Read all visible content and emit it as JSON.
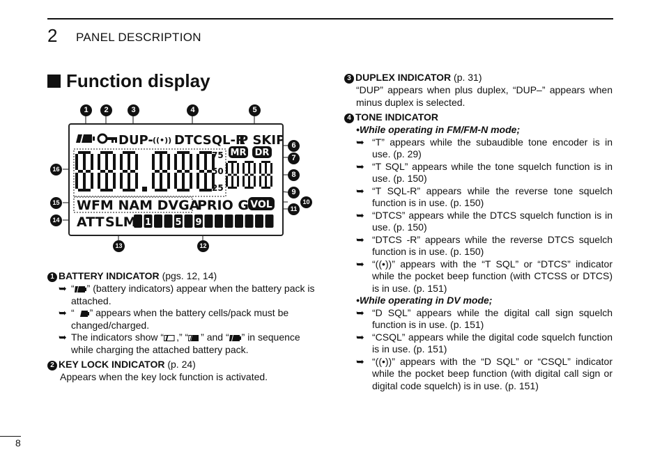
{
  "header": {
    "chapter_num": "2",
    "chapter_title": "PANEL DESCRIPTION"
  },
  "section": {
    "title": "Function display"
  },
  "lcd": {
    "row1": {
      "dup": "DUP-",
      "pocket": "((•))",
      "dtcsql": "DTCSQL-R",
      "pskip": "P SKIP"
    },
    "freq": "888.888",
    "bars": {
      "b75": "75",
      "b50": "50",
      "b25": "25"
    },
    "mr": "MR",
    "dr": "DR",
    "row3": {
      "mode": "WFM NAM DVGA",
      "prio": "PRIO G",
      "vol": "VOL"
    },
    "row4": {
      "att": "ATT",
      "slm": "SLM",
      "s1": "1",
      "s5": "5",
      "s9": "9"
    }
  },
  "callouts": [
    "1",
    "2",
    "3",
    "4",
    "5",
    "6",
    "7",
    "8",
    "9",
    "10",
    "11",
    "12",
    "13",
    "14",
    "15",
    "16"
  ],
  "left_col": {
    "battery": {
      "num": "1",
      "title": "BATTERY INDICATOR",
      "ref": "(pgs. 12, 14)",
      "b1_pre": "“",
      "b1_post": "” (battery indicators) appear when the battery pack is attached.",
      "b2_pre": "“",
      "b2_post": "” appears when the battery cells/pack must be changed/charged.",
      "b3_a": "The indicators show “",
      "b3_b": ",” “",
      "b3_c": "” and “",
      "b3_d": "” in sequence while charging the attached battery pack."
    },
    "keylock": {
      "num": "2",
      "title": "KEY LOCK INDICATOR",
      "ref": "(p. 24)",
      "text": "Appears when the key lock function is activated."
    }
  },
  "right_col": {
    "duplex": {
      "num": "3",
      "title": "DUPLEX INDICATOR",
      "ref": "(p. 31)",
      "text": "“DUP” appears when plus duplex, “DUP–” appears when minus duplex is selected."
    },
    "tone": {
      "num": "4",
      "title": "TONE INDICATOR",
      "sub1": "•While operating in FM/FM-N mode;",
      "items1": [
        "“T” appears while the subaudible tone encoder is in use. (p. 29)",
        "“T SQL” appears while the tone squelch function is in use. (p. 150)",
        "“T SQL-R” appears while the reverse tone squelch function is in use. (p. 150)",
        "“DTCS” appears while the DTCS squelch function is in use. (p. 150)",
        "“DTCS -R” appears while the reverse DTCS squelch function is in use. (p. 150)",
        "“((•))” appears with the “T SQL” or “DTCS” indicator while the pocket beep function (with CTCSS or DTCS) is in use. (p. 151)"
      ],
      "sub2": "•While operating in DV mode;",
      "items2": [
        "“D SQL” appears while the digital call sign squelch function is in use. (p. 151)",
        "“CSQL” appears while the digital code squelch function is in use. (p. 151)",
        "“((•))” appears with the “D SQL” or “CSQL” indicator while the pocket beep function (with digital call sign or digital code squelch) is in use. (p. 151)"
      ]
    }
  },
  "footer": {
    "page": "8"
  },
  "arrow_glyph": "➥"
}
